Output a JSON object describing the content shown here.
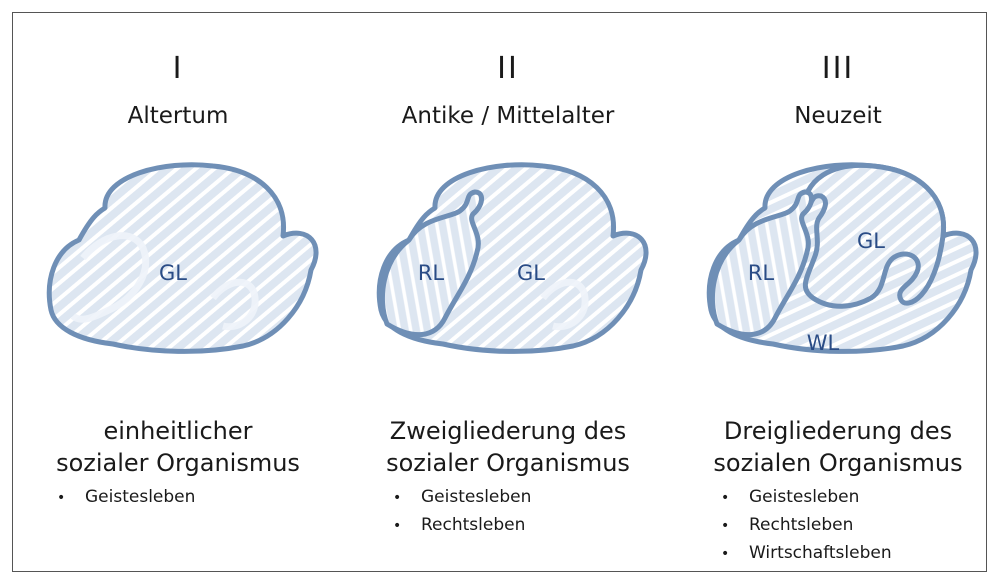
{
  "colors": {
    "outline": "#6f8fb6",
    "fill": "#dde6f1",
    "hatch": "#ffffff",
    "label": "#2a4c86"
  },
  "stages": [
    {
      "numeral": "I",
      "era": "Altertum",
      "regions": [
        "GL"
      ],
      "description": [
        "einheitlicher",
        "sozialer Organismus"
      ],
      "items": [
        "Geistesleben"
      ]
    },
    {
      "numeral": "II",
      "era": "Antike / Mittelalter",
      "regions": [
        "RL",
        "GL"
      ],
      "description": [
        "Zweigliederung des",
        "sozialer Organismus"
      ],
      "items": [
        "Geistesleben",
        "Rechtsleben"
      ]
    },
    {
      "numeral": "III",
      "era": "Neuzeit",
      "regions": [
        "RL",
        "GL",
        "WL"
      ],
      "description": [
        "Dreigliederung des",
        "sozialen Organismus"
      ],
      "items": [
        "Geistesleben",
        "Rechtsleben",
        "Wirtschaftsleben"
      ]
    }
  ]
}
